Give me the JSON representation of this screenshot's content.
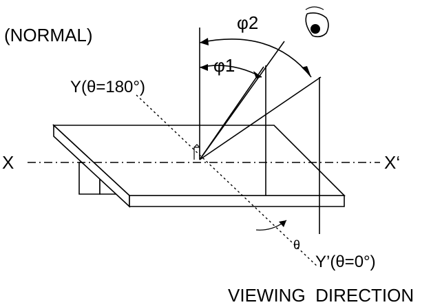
{
  "labels": {
    "normal": "(NORMAL)",
    "phi2": "φ2",
    "phi1": "φ1",
    "y_axis": "Y(θ=180°)",
    "x_left": "X",
    "x_right": "X‘",
    "theta": "θ",
    "y_prime": "Y’(θ=0°)",
    "viewing_direction": "VIEWING  DIRECTION"
  },
  "icons": {
    "viewer": "eye-icon"
  }
}
